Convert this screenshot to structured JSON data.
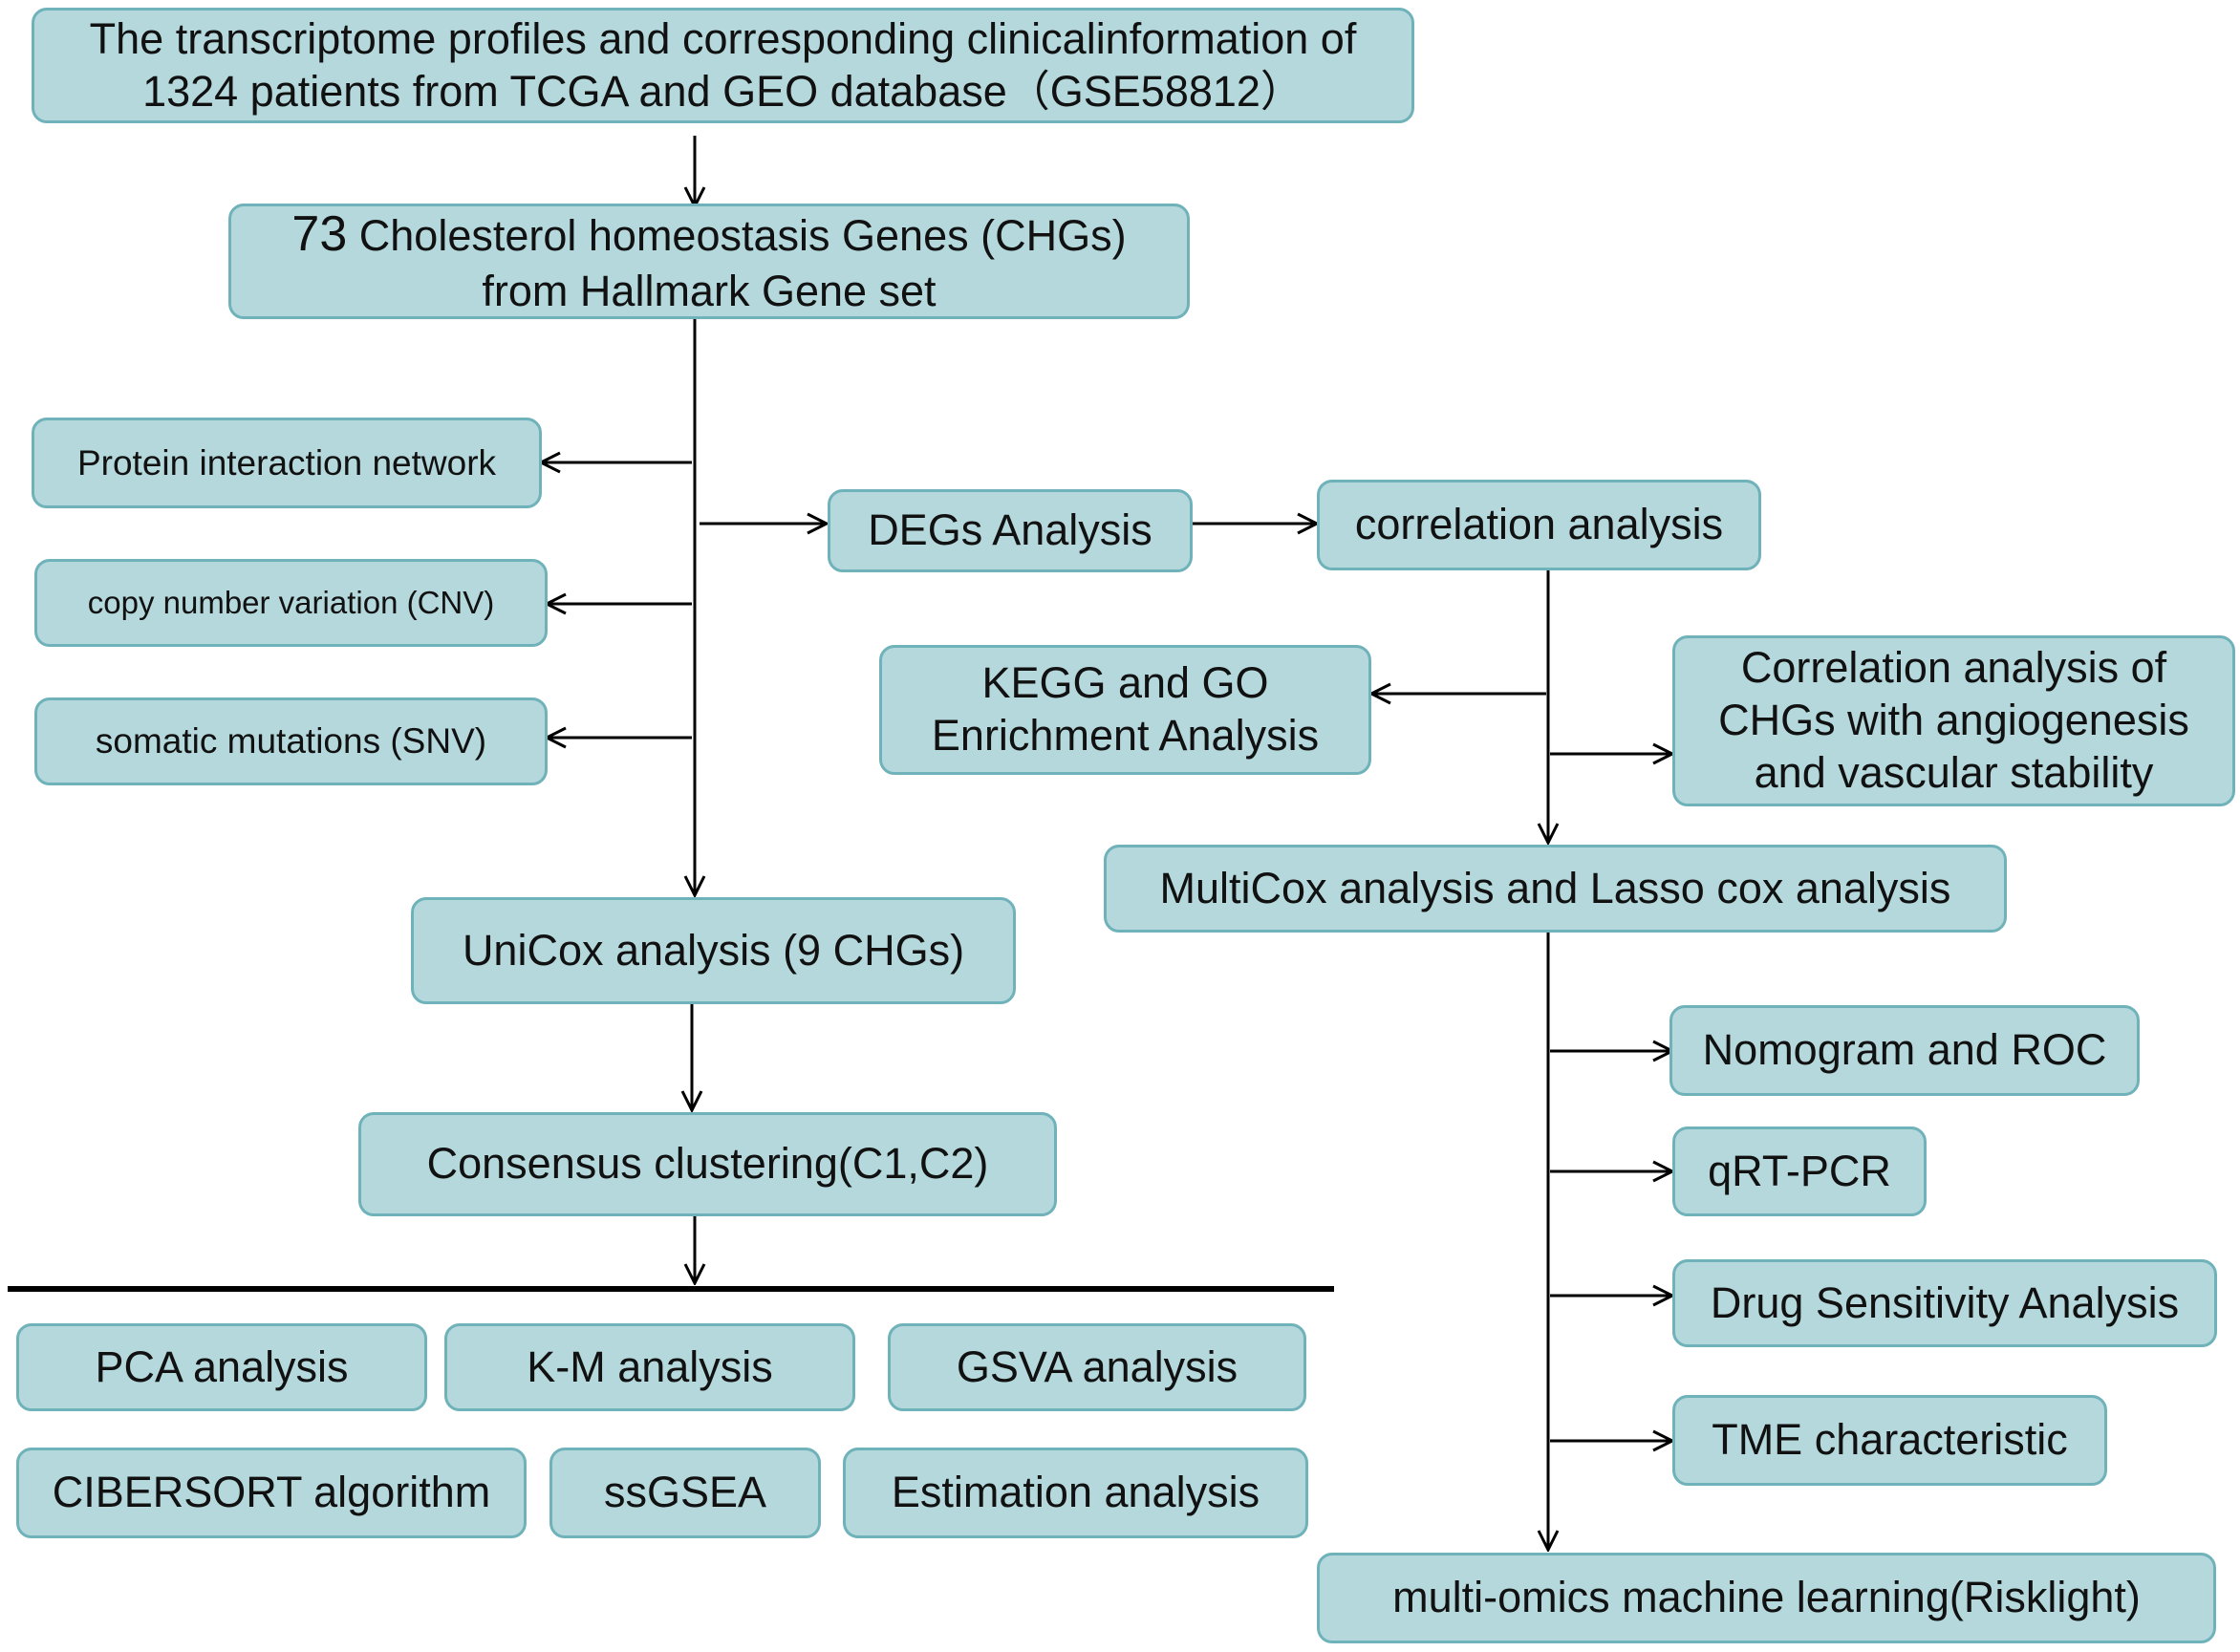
{
  "colors": {
    "box_fill": "#b4d8dc",
    "box_border": "#6fb2ba",
    "line": "#000000"
  },
  "boxes": {
    "source": "The transcriptome profiles and corresponding clinicalinformation of\n1324 patients from TCGA and GEO database（GSE58812）",
    "chgs_num": "73",
    "chgs_rest": " Cholesterol homeostasis Genes (CHGs)\nfrom Hallmark Gene set",
    "protein": "Protein interaction network",
    "cnv": "copy number variation  (CNV)",
    "snv": "somatic mutations (SNV)",
    "degs": "DEGs Analysis",
    "correlation": "correlation analysis",
    "kegg": "KEGG and GO\nEnrichment Analysis",
    "angio": "Correlation analysis of\nCHGs with angiogenesis\nand vascular stability",
    "multicox": "MultiCox analysis and Lasso cox analysis",
    "unicox": "UniCox analysis (9 CHGs)",
    "consensus": "Consensus clustering(C1,C2)",
    "nomogram": "Nomogram and ROC",
    "qrtpcr": "qRT-PCR",
    "drug": "Drug Sensitivity Analysis",
    "tme": "TME characteristic",
    "multiomics": "multi-omics machine learning(Risklight)",
    "pca": "PCA analysis",
    "km": "K-M analysis",
    "gsva": "GSVA analysis",
    "cibersort": "CIBERSORT algorithm",
    "ssgsea": "ssGSEA",
    "estimation": "Estimation analysis"
  }
}
